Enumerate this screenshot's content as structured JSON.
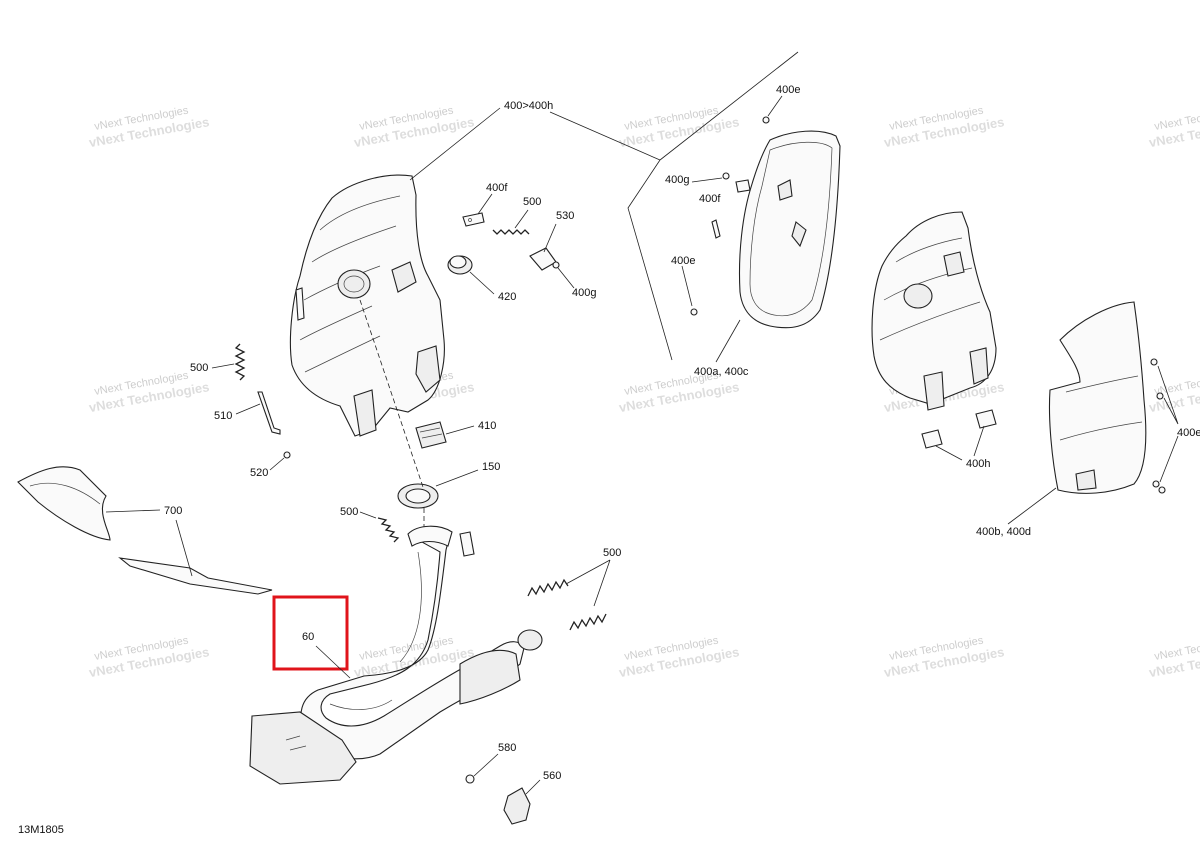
{
  "diagram_code": "13M1805",
  "watermark_text": "vNext Technologies",
  "highlight_color": "#e0141b",
  "callouts": {
    "c400_400h": "400>400h",
    "c400e_top": "400e",
    "c400f_left": "400f",
    "c500_top": "500",
    "c530": "530",
    "c420": "420",
    "c400g_mid": "400g",
    "c400g_right": "400g",
    "c400f_right": "400f",
    "c400e_mid": "400e",
    "c400a_c": "400a, 400c",
    "c500_left": "500",
    "c510": "510",
    "c520": "520",
    "c410": "410",
    "c150": "150",
    "c700": "700",
    "c500_mid": "500",
    "c500_right": "500",
    "c60": "60",
    "c580": "580",
    "c560": "560",
    "c400h": "400h",
    "c400e_far": "400e",
    "c400b_d": "400b, 400d"
  }
}
